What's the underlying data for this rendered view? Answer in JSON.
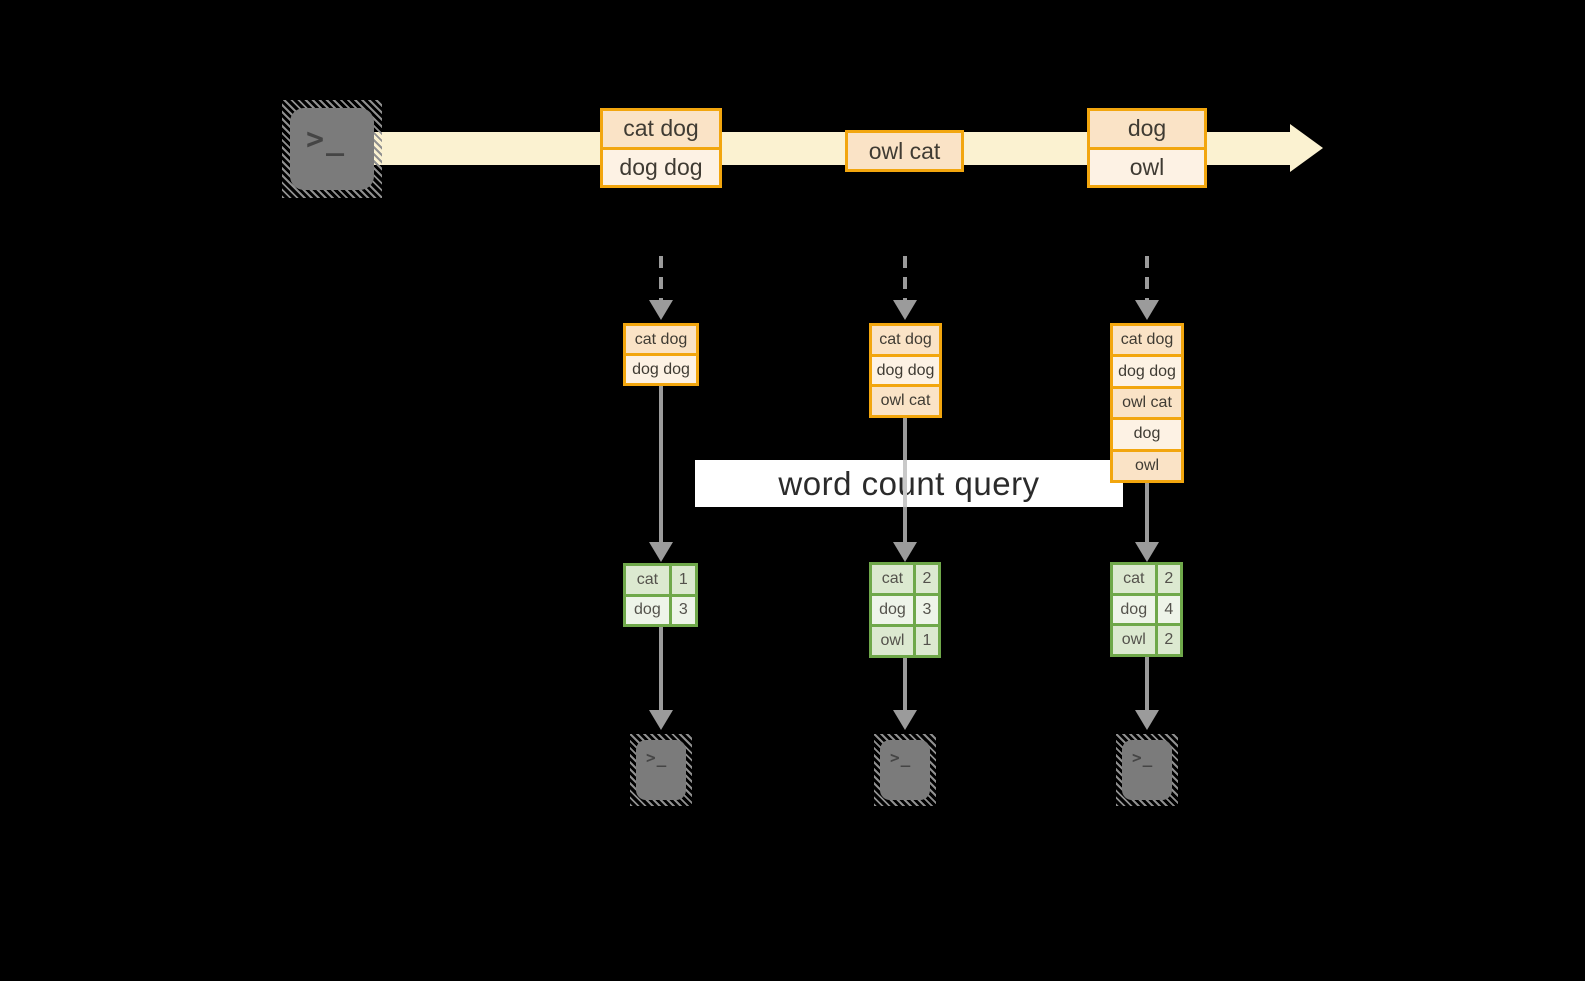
{
  "background": "#000000",
  "colors": {
    "accent_amber": "#F2A60E",
    "cell_peach_dark": "#FAE3C6",
    "cell_peach_light": "#FDF2E4",
    "stream_cream": "#FBF2D1",
    "accent_green": "#6FA84A",
    "cell_green_dark": "#DCE9D0",
    "cell_green_light": "#EEF4E9",
    "connector_gray": "#9B9B9B",
    "banner_white": "#FFFFFF",
    "terminal_gray": "#7B7B7B"
  },
  "source_terminal": {
    "prompt": ">_"
  },
  "timeline": {
    "boxes": [
      {
        "cells": [
          "cat dog",
          "dog dog"
        ]
      },
      {
        "cells": [
          "owl cat"
        ]
      },
      {
        "cells": [
          "dog",
          "owl"
        ]
      }
    ]
  },
  "stacks": [
    {
      "cells": [
        "cat dog",
        "dog dog"
      ]
    },
    {
      "cells": [
        "cat dog",
        "dog dog",
        "owl cat"
      ]
    },
    {
      "cells": [
        "cat dog",
        "dog dog",
        "owl cat",
        "dog",
        "owl"
      ]
    }
  ],
  "query_banner": {
    "label": "word count query"
  },
  "count_tables": [
    {
      "rows": [
        {
          "word": "cat",
          "count": "1"
        },
        {
          "word": "dog",
          "count": "3"
        }
      ]
    },
    {
      "rows": [
        {
          "word": "cat",
          "count": "2"
        },
        {
          "word": "dog",
          "count": "3"
        },
        {
          "word": "owl",
          "count": "1"
        }
      ]
    },
    {
      "rows": [
        {
          "word": "cat",
          "count": "2"
        },
        {
          "word": "dog",
          "count": "4"
        },
        {
          "word": "owl",
          "count": "2"
        }
      ]
    }
  ],
  "output_terminals": [
    {
      "prompt": ">_"
    },
    {
      "prompt": ">_"
    },
    {
      "prompt": ">_"
    }
  ]
}
